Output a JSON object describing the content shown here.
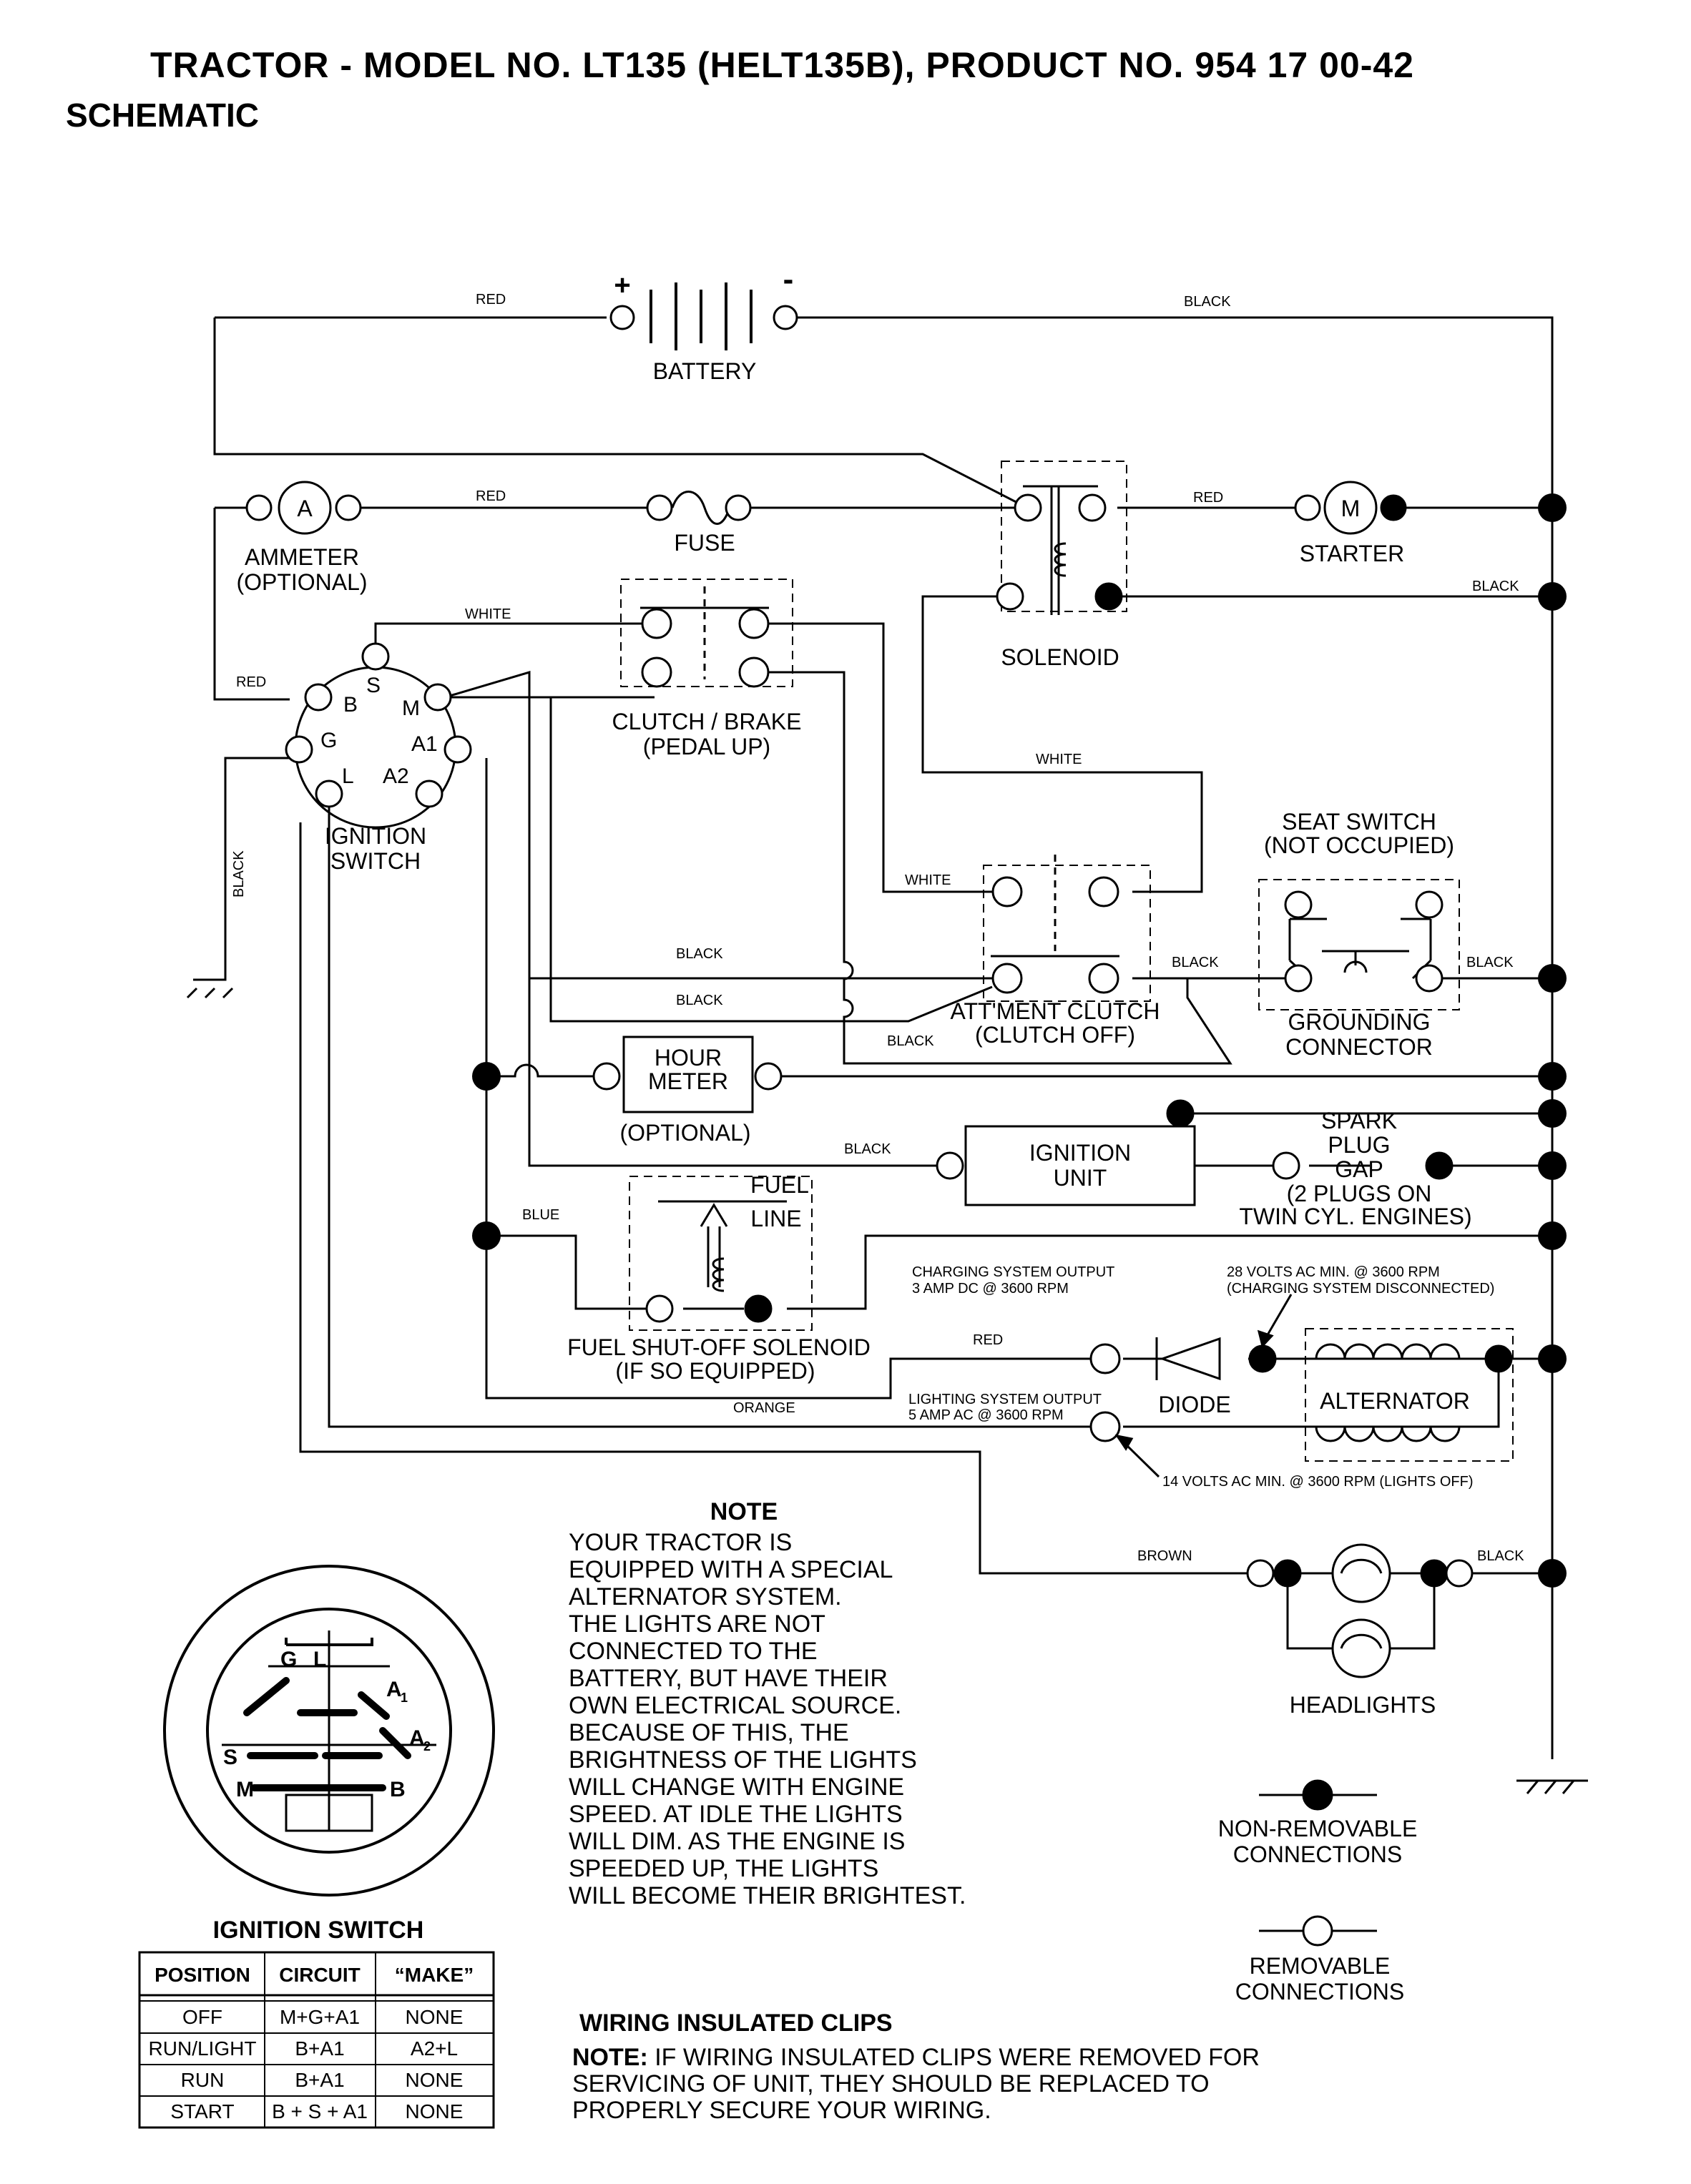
{
  "header": {
    "title": "TRACTOR - MODEL NO. LT135 (HELT135B), PRODUCT NO. 954 17 00-42",
    "subtitle": "SCHEMATIC"
  },
  "wires": {
    "red": "RED",
    "black": "BLACK",
    "white": "WHITE",
    "blue": "BLUE",
    "orange": "ORANGE",
    "brown": "BROWN"
  },
  "components": {
    "battery": "BATTERY",
    "battery_plus": "+",
    "battery_minus": "-",
    "fuse": "FUSE",
    "ammeter_symbol": "A",
    "ammeter": "AMMETER",
    "ammeter_optional": "(OPTIONAL)",
    "solenoid": "SOLENOID",
    "starter_symbol": "M",
    "starter": "STARTER",
    "clutch_brake": "CLUTCH / BRAKE",
    "clutch_brake_sub": "(PEDAL UP)",
    "ignition_switch_1": "IGNITION",
    "ignition_switch_2": "SWITCH",
    "seat_switch": "SEAT SWITCH",
    "seat_switch_sub": "(NOT OCCUPIED)",
    "attment_clutch": "ATT'MENT CLUTCH",
    "attment_clutch_sub": "(CLUTCH OFF)",
    "grounding_1": "GROUNDING",
    "grounding_2": "CONNECTOR",
    "hour_meter_1": "HOUR",
    "hour_meter_2": "METER",
    "hour_meter_optional": "(OPTIONAL)",
    "ignition_unit_1": "IGNITION",
    "ignition_unit_2": "UNIT",
    "spark_1": "SPARK",
    "spark_2": "PLUG",
    "spark_3": "GAP",
    "spark_4": "(2 PLUGS ON",
    "spark_5": "TWIN CYL. ENGINES)",
    "fuel_1": "FUEL",
    "fuel_2": "LINE",
    "fuel_sol_1": "FUEL SHUT-OFF SOLENOID",
    "fuel_sol_2": "(IF SO EQUIPPED)",
    "charging_1": "CHARGING SYSTEM OUTPUT",
    "charging_2": "3 AMP DC @ 3600 RPM",
    "volts28_1": "28 VOLTS AC MIN. @ 3600 RPM",
    "volts28_2": "(CHARGING SYSTEM DISCONNECTED)",
    "diode": "DIODE",
    "alternator": "ALTERNATOR",
    "lighting_1": "LIGHTING SYSTEM OUTPUT",
    "lighting_2": "5 AMP AC @ 3600 RPM",
    "volts14": "14 VOLTS AC MIN. @ 3600 RPM (LIGHTS OFF)",
    "headlights": "HEADLIGHTS"
  },
  "ignition_pins": [
    "B",
    "S",
    "M",
    "G",
    "A1",
    "L",
    "A2"
  ],
  "connector_pins": {
    "g": "G",
    "l": "L",
    "a1": "A",
    "a1_sub": "1",
    "s": "S",
    "a2": "A",
    "a2_sub": "2",
    "m": "M",
    "b": "B"
  },
  "note": {
    "heading": "NOTE",
    "lines": [
      "YOUR TRACTOR IS",
      "EQUIPPED WITH A SPECIAL",
      "ALTERNATOR SYSTEM.",
      "THE LIGHTS ARE NOT",
      "CONNECTED TO THE",
      "BATTERY, BUT HAVE THEIR",
      "OWN ELECTRICAL SOURCE.",
      "BECAUSE OF THIS, THE",
      "BRIGHTNESS OF THE LIGHTS",
      "WILL CHANGE WITH ENGINE",
      "SPEED.  AT IDLE THE LIGHTS",
      "WILL DIM.  AS THE ENGINE IS",
      "SPEEDED UP, THE LIGHTS",
      "WILL BECOME THEIR BRIGHTEST."
    ]
  },
  "legend": {
    "nonremovable_1": "NON-REMOVABLE",
    "nonremovable_2": "CONNECTIONS",
    "removable_1": "REMOVABLE",
    "removable_2": "CONNECTIONS"
  },
  "switch_table": {
    "title": "IGNITION SWITCH",
    "headers": [
      "POSITION",
      "CIRCUIT",
      "“MAKE”"
    ],
    "rows": [
      [
        "OFF",
        "M+G+A1",
        "NONE"
      ],
      [
        "RUN/LIGHT",
        "B+A1",
        "A2+L"
      ],
      [
        "RUN",
        "B+A1",
        "NONE"
      ],
      [
        "START",
        "B + S + A1",
        "NONE"
      ]
    ]
  },
  "clips": {
    "heading": "WIRING INSULATED CLIPS",
    "note_label": "NOTE:",
    "line1": " IF WIRING INSULATED CLIPS WERE REMOVED FOR",
    "line2": "SERVICING OF UNIT, THEY SHOULD BE REPLACED TO",
    "line3": "PROPERLY SECURE YOUR WIRING."
  }
}
